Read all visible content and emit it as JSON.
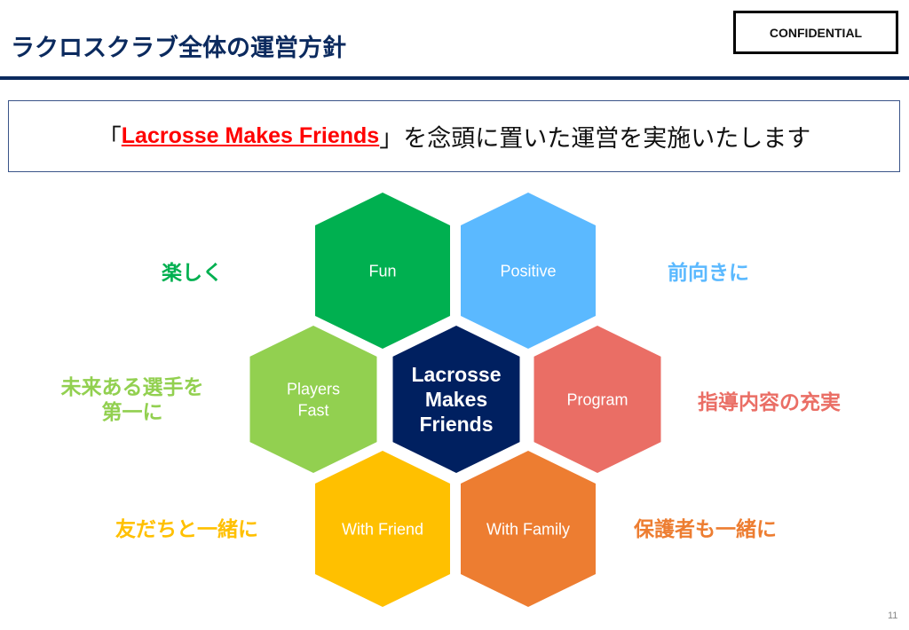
{
  "header": {
    "title": "ラクロスクラブ全体の運営方針",
    "badge": "CONFIDENTIAL"
  },
  "subtitle": {
    "open": "「",
    "highlight": "Lacrosse Makes Friends",
    "close": "」",
    "rest": "を念頭に置いた運営を実施いたします"
  },
  "hexes": [
    {
      "id": "fun",
      "label": "Fun",
      "color": "#00b050"
    },
    {
      "id": "positive",
      "label": "Positive",
      "color": "#5bb9ff"
    },
    {
      "id": "players",
      "label": "Players\nFast",
      "color": "#92d050"
    },
    {
      "id": "center",
      "label": "Lacrosse\nMakes\nFriends",
      "color": "#002060"
    },
    {
      "id": "program",
      "label": "Program",
      "color": "#ea6e65"
    },
    {
      "id": "friend",
      "label": "With Friend",
      "color": "#ffc000"
    },
    {
      "id": "family",
      "label": "With Family",
      "color": "#ed7d31"
    }
  ],
  "side_labels": {
    "fun": "楽しく",
    "positive": "前向きに",
    "players_1": "未来ある選手を",
    "players_2": "第一に",
    "program": "指導内容の充実",
    "friend": "友だちと一緒に",
    "family": "保護者も一緒に"
  },
  "page_number": "11"
}
